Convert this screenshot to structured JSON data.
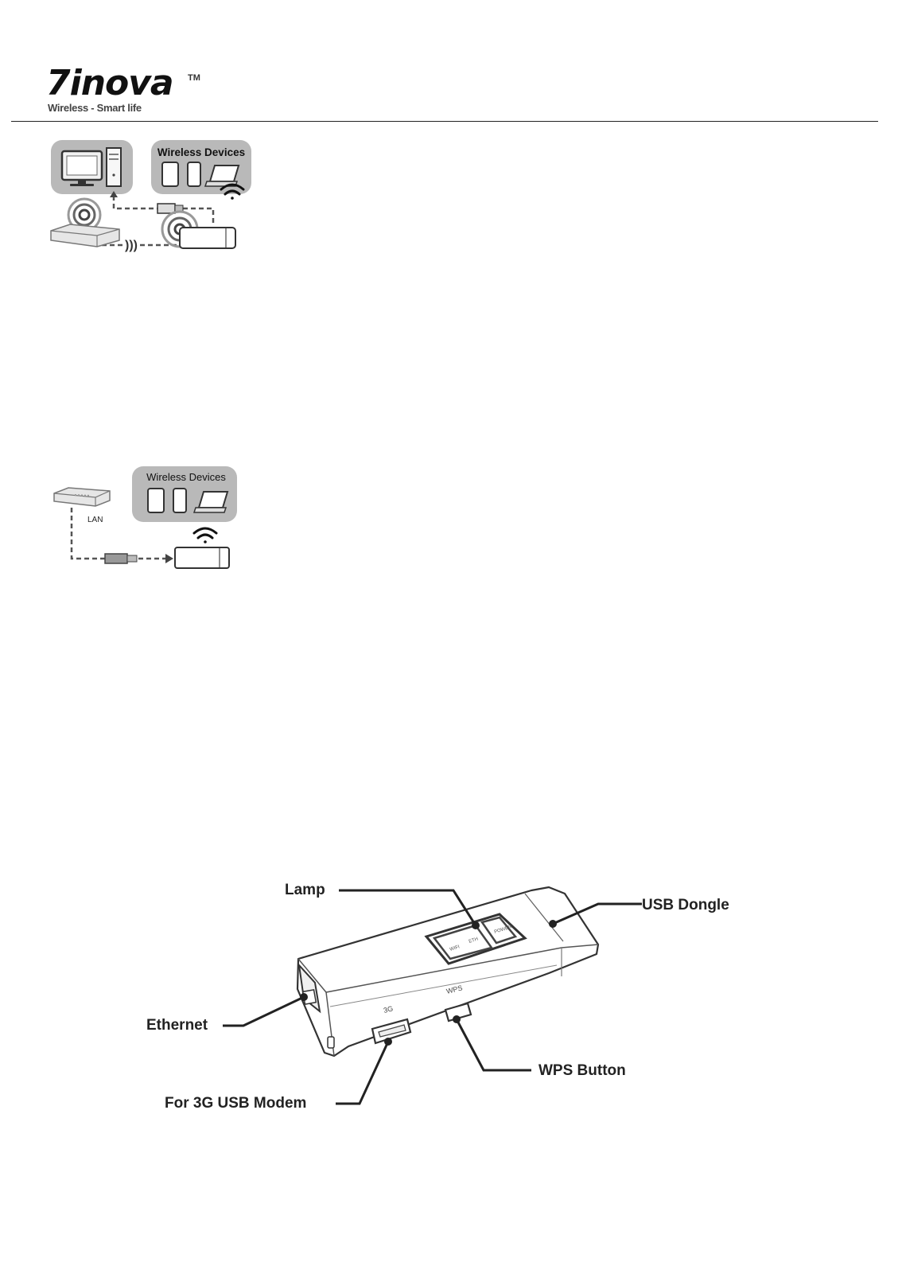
{
  "header": {
    "brand": "7inova",
    "trademark": "TM",
    "tagline": "Wireless - Smart life"
  },
  "diagram1": {
    "group_label": "Wireless Devices"
  },
  "diagram2": {
    "group_label": "Wireless Devices",
    "port_label": "LAN"
  },
  "device": {
    "callouts": {
      "lamp": "Lamp",
      "usb_dongle": "USB Dongle",
      "ethernet": "Ethernet",
      "wps_button": "WPS Button",
      "usb_modem": "For 3G USB Modem"
    },
    "port_3g": "3G",
    "port_wps": "WPS",
    "lamps": [
      "WIFI",
      "ETH",
      "POWER"
    ]
  }
}
